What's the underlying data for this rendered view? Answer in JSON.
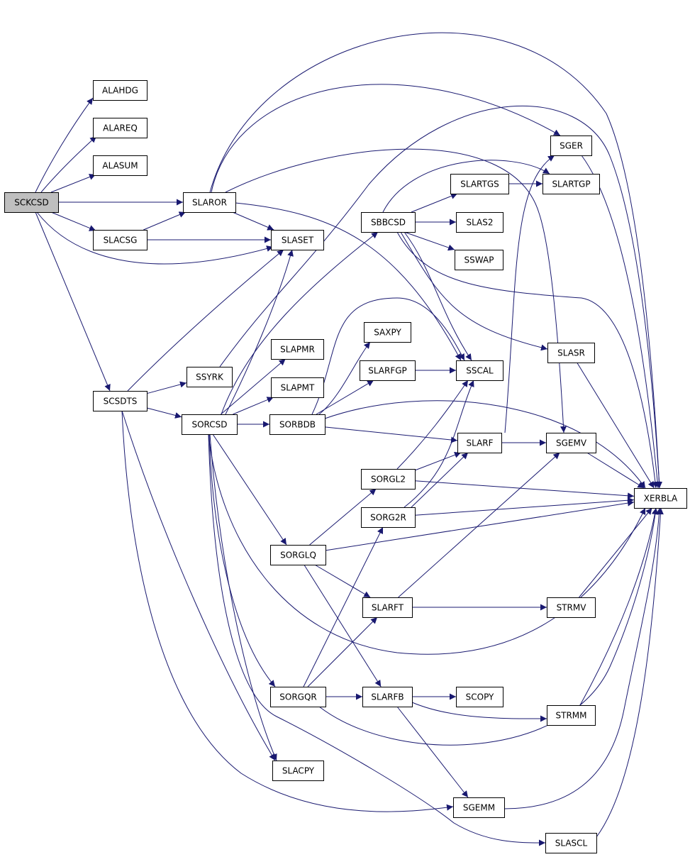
{
  "colors": {
    "edge": "#191970",
    "root_fill": "#bfbfbf",
    "node_fill": "#ffffff",
    "border": "#000000"
  },
  "nodes": [
    {
      "id": "SCKCSD",
      "label": "SCKCSD",
      "root": true
    },
    {
      "id": "ALAHDG",
      "label": "ALAHDG"
    },
    {
      "id": "ALAREQ",
      "label": "ALAREQ"
    },
    {
      "id": "ALASUM",
      "label": "ALASUM"
    },
    {
      "id": "SLACSG",
      "label": "SLACSG"
    },
    {
      "id": "SCSDTS",
      "label": "SCSDTS"
    },
    {
      "id": "SLAROR",
      "label": "SLAROR"
    },
    {
      "id": "SLASET",
      "label": "SLASET"
    },
    {
      "id": "SSYRK",
      "label": "SSYRK"
    },
    {
      "id": "SORCSD",
      "label": "SORCSD"
    },
    {
      "id": "SLAPMR",
      "label": "SLAPMR"
    },
    {
      "id": "SLAPMT",
      "label": "SLAPMT"
    },
    {
      "id": "SORBDB",
      "label": "SORBDB"
    },
    {
      "id": "SORGLQ",
      "label": "SORGLQ"
    },
    {
      "id": "SORGQR",
      "label": "SORGQR"
    },
    {
      "id": "SLACPY",
      "label": "SLACPY"
    },
    {
      "id": "SBBCSD",
      "label": "SBBCSD"
    },
    {
      "id": "SAXPY",
      "label": "SAXPY"
    },
    {
      "id": "SLARFGP",
      "label": "SLARFGP"
    },
    {
      "id": "SORGL2",
      "label": "SORGL2"
    },
    {
      "id": "SORG2R",
      "label": "SORG2R"
    },
    {
      "id": "SLARFT",
      "label": "SLARFT"
    },
    {
      "id": "SLARFB",
      "label": "SLARFB"
    },
    {
      "id": "SLARTGS",
      "label": "SLARTGS"
    },
    {
      "id": "SLAS2",
      "label": "SLAS2"
    },
    {
      "id": "SSWAP",
      "label": "SSWAP"
    },
    {
      "id": "SSCAL",
      "label": "SSCAL"
    },
    {
      "id": "SLARF",
      "label": "SLARF"
    },
    {
      "id": "SCOPY",
      "label": "SCOPY"
    },
    {
      "id": "SGEMM",
      "label": "SGEMM"
    },
    {
      "id": "SGER",
      "label": "SGER"
    },
    {
      "id": "SLARTGP",
      "label": "SLARTGP"
    },
    {
      "id": "SLASR",
      "label": "SLASR"
    },
    {
      "id": "SGEMV",
      "label": "SGEMV"
    },
    {
      "id": "STRMV",
      "label": "STRMV"
    },
    {
      "id": "STRMM",
      "label": "STRMM"
    },
    {
      "id": "SLASCL",
      "label": "SLASCL"
    },
    {
      "id": "XERBLA",
      "label": "XERBLA"
    }
  ],
  "edges": [
    [
      "SCKCSD",
      "ALAHDG"
    ],
    [
      "SCKCSD",
      "ALAREQ"
    ],
    [
      "SCKCSD",
      "ALASUM"
    ],
    [
      "SCKCSD",
      "SLAROR"
    ],
    [
      "SCKCSD",
      "SLACSG"
    ],
    [
      "SCKCSD",
      "SLASET"
    ],
    [
      "SCKCSD",
      "SCSDTS"
    ],
    [
      "SLACSG",
      "SLAROR"
    ],
    [
      "SLACSG",
      "SLASET"
    ],
    [
      "SLAROR",
      "SLASET"
    ],
    [
      "SLAROR",
      "SGER"
    ],
    [
      "SLAROR",
      "XERBLA"
    ],
    [
      "SLAROR",
      "SGEMV"
    ],
    [
      "SLAROR",
      "SSCAL"
    ],
    [
      "SCSDTS",
      "SLASET"
    ],
    [
      "SCSDTS",
      "SSYRK"
    ],
    [
      "SCSDTS",
      "SORCSD"
    ],
    [
      "SCSDTS",
      "SLACPY"
    ],
    [
      "SCSDTS",
      "SGEMM"
    ],
    [
      "SSYRK",
      "XERBLA"
    ],
    [
      "SORCSD",
      "SLASET"
    ],
    [
      "SORCSD",
      "SLAPMR"
    ],
    [
      "SORCSD",
      "SLAPMT"
    ],
    [
      "SORCSD",
      "SORBDB"
    ],
    [
      "SORCSD",
      "SBBCSD"
    ],
    [
      "SORCSD",
      "SORGLQ"
    ],
    [
      "SORCSD",
      "SORGQR"
    ],
    [
      "SORCSD",
      "SLACPY"
    ],
    [
      "SORCSD",
      "XERBLA"
    ],
    [
      "SORBDB",
      "SAXPY"
    ],
    [
      "SORBDB",
      "SLARFGP"
    ],
    [
      "SORBDB",
      "SSCAL"
    ],
    [
      "SORBDB",
      "SLARF"
    ],
    [
      "SORBDB",
      "XERBLA"
    ],
    [
      "SLARFGP",
      "SSCAL"
    ],
    [
      "SBBCSD",
      "SLARTGS"
    ],
    [
      "SBBCSD",
      "SLAS2"
    ],
    [
      "SBBCSD",
      "SSWAP"
    ],
    [
      "SBBCSD",
      "SLARTGP"
    ],
    [
      "SBBCSD",
      "SSCAL"
    ],
    [
      "SBBCSD",
      "SLASR"
    ],
    [
      "SBBCSD",
      "XERBLA"
    ],
    [
      "SLARTGS",
      "SLARTGP"
    ],
    [
      "SORGL2",
      "SSCAL"
    ],
    [
      "SORGL2",
      "SLARF"
    ],
    [
      "SORGL2",
      "XERBLA"
    ],
    [
      "SORG2R",
      "SSCAL"
    ],
    [
      "SORG2R",
      "SLARF"
    ],
    [
      "SORG2R",
      "XERBLA"
    ],
    [
      "SORGLQ",
      "SORGL2"
    ],
    [
      "SORGLQ",
      "SLARFT"
    ],
    [
      "SORGLQ",
      "SLARFB"
    ],
    [
      "SORGLQ",
      "XERBLA"
    ],
    [
      "SORGQR",
      "SORG2R"
    ],
    [
      "SORGQR",
      "SLARFT"
    ],
    [
      "SORGQR",
      "SLARFB"
    ],
    [
      "SORGQR",
      "XERBLA"
    ],
    [
      "SLARF",
      "SGEMV"
    ],
    [
      "SLARF",
      "SGER"
    ],
    [
      "SLARFT",
      "SGEMV"
    ],
    [
      "SLARFT",
      "STRMV"
    ],
    [
      "SLARFB",
      "SCOPY"
    ],
    [
      "SLARFB",
      "STRMM"
    ],
    [
      "SLARFB",
      "SGEMM"
    ],
    [
      "SGER",
      "XERBLA"
    ],
    [
      "SGEMV",
      "XERBLA"
    ],
    [
      "STRMV",
      "XERBLA"
    ],
    [
      "STRMM",
      "XERBLA"
    ],
    [
      "SGEMM",
      "XERBLA"
    ],
    [
      "SLASR",
      "XERBLA"
    ],
    [
      "SLASCL",
      "XERBLA"
    ],
    [
      "SORCSD",
      "SLASCL"
    ]
  ]
}
